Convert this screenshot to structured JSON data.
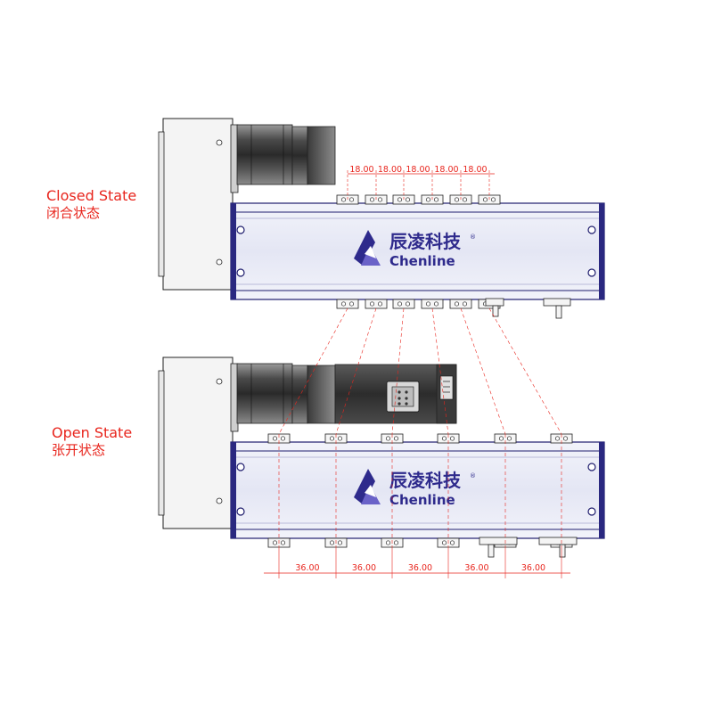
{
  "closed_state": {
    "label_en": "Closed State",
    "label_zh": "闭合状态"
  },
  "open_state": {
    "label_en": "Open State",
    "label_zh": "张开状态"
  },
  "brand": {
    "name_zh": "辰凌科技",
    "name_en": "Chenline",
    "registered_mark": "®"
  },
  "dimensions": {
    "closed_pitch": "18.00",
    "closed_count": 5,
    "open_pitch": "36.00",
    "open_count": 5
  },
  "colors": {
    "annotation_red": "#e8251d",
    "brand_blue": "#2e2a8c",
    "rail_blue": "#1f1d6e",
    "body_lavender": "#e9ebf7",
    "motor_gray": "#3a3a3a"
  }
}
